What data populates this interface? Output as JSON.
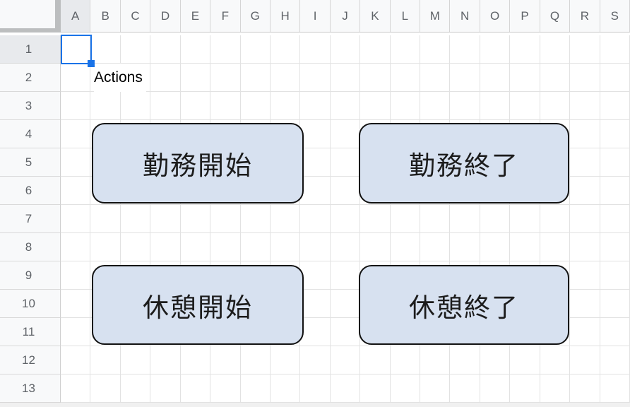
{
  "sheet": {
    "columns": [
      "A",
      "B",
      "C",
      "D",
      "E",
      "F",
      "G",
      "H",
      "I",
      "J",
      "K",
      "L",
      "M",
      "N",
      "O",
      "P",
      "Q",
      "R",
      "S"
    ],
    "rows": [
      "1",
      "2",
      "3",
      "4",
      "5",
      "6",
      "7",
      "8",
      "9",
      "10",
      "11",
      "12",
      "13"
    ],
    "selected_cell": "A1",
    "selected_column": "A",
    "selected_row": "1"
  },
  "cells": {
    "B2": "Actions"
  },
  "buttons": {
    "work_start": "勤務開始",
    "work_end": "勤務終了",
    "break_start": "休憩開始",
    "break_end": "休憩終了"
  },
  "colors": {
    "selection_blue": "#1a73e8",
    "button_fill": "#d7e1f0",
    "button_border": "#111111",
    "header_bg": "#f8f9fa",
    "header_selected_bg": "#e8eaed",
    "header_text": "#5f6368",
    "gridline": "#e2e2e2",
    "corner_shadow": "#bcbebf"
  }
}
